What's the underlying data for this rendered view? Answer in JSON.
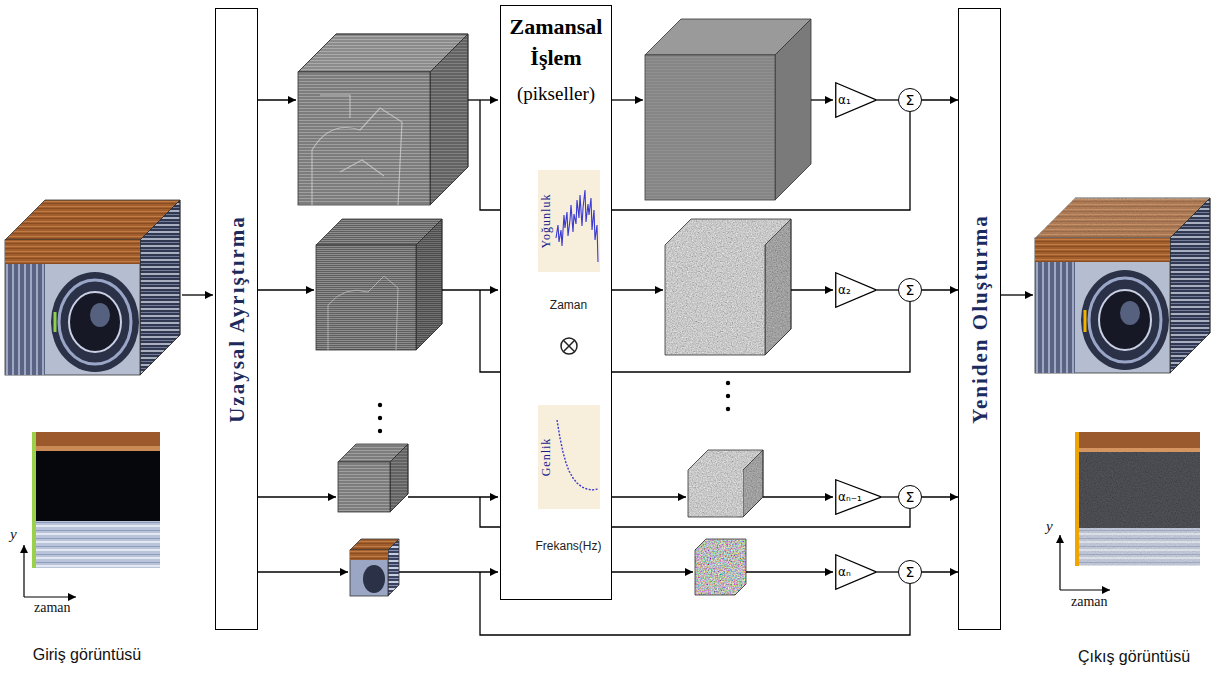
{
  "diagram": {
    "nodes": [
      {
        "text": [
          "Uzaysal Ayrıştırma"
        ]
      },
      {
        "text": [
          "Zamansal İşlem",
          "(pikseller)"
        ]
      },
      {
        "text": [
          "Yoğunluk",
          "Zaman"
        ],
        "in": 1
      },
      {
        "text": [
          "Genlik",
          "Frekans(Hz)"
        ],
        "in": 1
      },
      {
        "text": [
          "α₁"
        ]
      },
      {
        "text": [
          "Σ"
        ]
      },
      {
        "text": [
          "α₂"
        ]
      },
      {
        "text": [
          "Σ"
        ]
      },
      {
        "text": [
          "αₙ₋₁"
        ]
      },
      {
        "text": [
          "Σ"
        ]
      },
      {
        "text": [
          "αₙ"
        ]
      },
      {
        "text": [
          "Σ"
        ]
      },
      {
        "text": [
          "Yeniden Oluşturma"
        ]
      }
    ],
    "edges": [
      {
        "from": 4,
        "to": 5,
        "arrow": "none"
      },
      {
        "from": 5,
        "to": 12,
        "arrow": "to"
      },
      {
        "from": 6,
        "to": 7,
        "arrow": "none"
      },
      {
        "from": 7,
        "to": 12,
        "arrow": "to"
      },
      {
        "from": 8,
        "to": 9,
        "arrow": "none"
      },
      {
        "from": 9,
        "to": 12,
        "arrow": "to"
      },
      {
        "from": 10,
        "to": 11,
        "arrow": "none"
      },
      {
        "from": 11,
        "to": 12,
        "arrow": "to"
      }
    ],
    "labels": [
      "y",
      "zaman",
      "Giriş görüntüsü",
      "y",
      "zaman",
      "Çıkış görüntüsü"
    ]
  }
}
